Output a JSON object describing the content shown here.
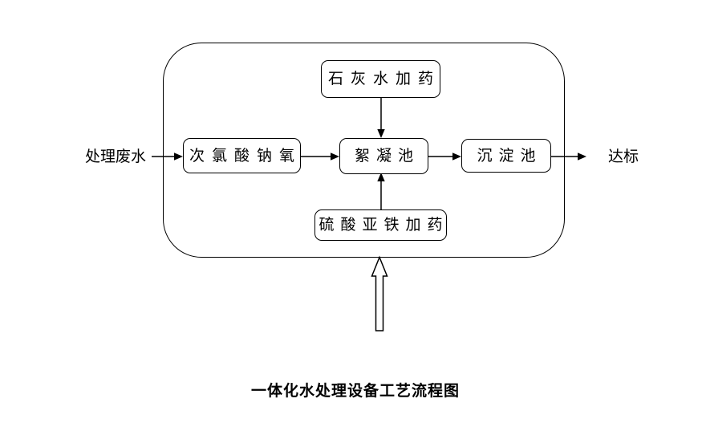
{
  "title": "一体化水处理设备工艺流程图",
  "labels": {
    "input": "处理废水",
    "output": "达标"
  },
  "nodes": {
    "lime": {
      "label": "石灰水加药"
    },
    "naclo": {
      "label": "次氯酸钠氧"
    },
    "flocculation": {
      "label": "絮凝池"
    },
    "sedimentation": {
      "label": "沉淀池"
    },
    "ferrous": {
      "label": "硫酸亚铁加药"
    }
  },
  "colors": {
    "line": "#000000",
    "background": "#ffffff",
    "text": "#000000"
  }
}
